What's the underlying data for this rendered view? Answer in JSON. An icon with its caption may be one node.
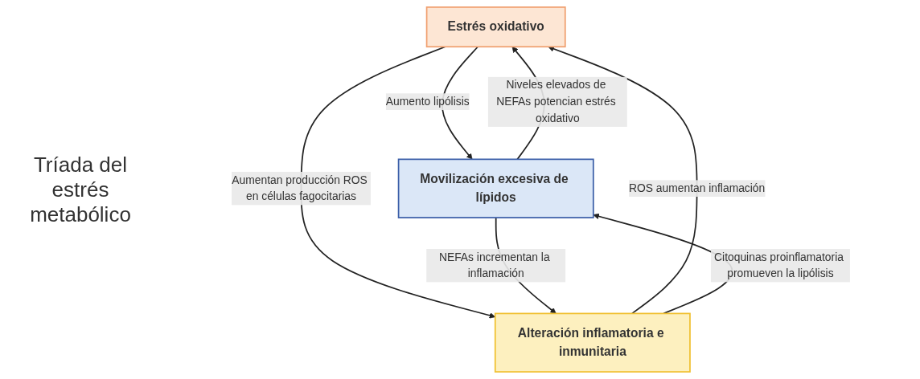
{
  "diagram": {
    "nodes": [
      {
        "text": [
          "Estrés oxidativo"
        ]
      },
      {
        "text": [
          "Movilización excesiva de lípidos"
        ]
      },
      {
        "text": [
          "Alteración inflamatoria e inmunitaria"
        ]
      }
    ],
    "edges": [
      {
        "from": 0,
        "to": 1,
        "arrow": "to",
        "label": "Aumento lipólisis"
      },
      {
        "from": 1,
        "to": 0,
        "arrow": "to",
        "label": "Niveles elevados de NEFAs potencian estrés oxidativo"
      },
      {
        "from": 2,
        "to": 0,
        "arrow": "to",
        "label": "ROS aumentan inflamación"
      },
      {
        "from": 0,
        "to": 2,
        "arrow": "to",
        "label": "Aumentan producción ROS en células fagocitarias"
      },
      {
        "from": 2,
        "to": 1,
        "arrow": "to",
        "label": "Citoquinas proinflamatoria promueven la lipólisis"
      },
      {
        "from": 1,
        "to": 2,
        "arrow": "to",
        "label": "NEFAs incrementan la inflamación"
      }
    ],
    "labels": [
      "Tríada del estrés metabólico"
    ]
  }
}
